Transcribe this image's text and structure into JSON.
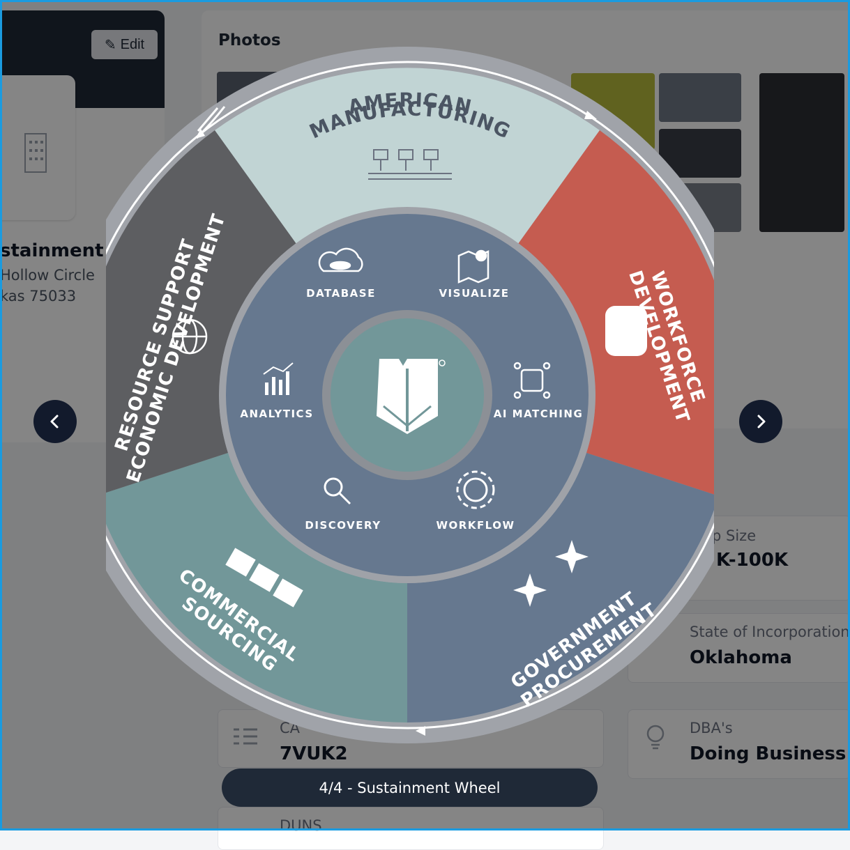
{
  "header": {
    "edit_label": "Edit"
  },
  "company": {
    "name_partial": "stainment",
    "address_line1_partial": "Hollow Circle",
    "address_line2_partial": "kas 75033"
  },
  "photos": {
    "title": "Photos"
  },
  "details": [
    {
      "label": "p Size",
      "value": "K-100K"
    },
    {
      "label": "State of Incorporation",
      "value": "Oklahoma"
    },
    {
      "label": "CA",
      "value": "7VUK2"
    },
    {
      "label": "DBA's",
      "value": "Doing Business"
    },
    {
      "label": "DUNS",
      "value": ""
    }
  ],
  "wheel": {
    "outer_segments": {
      "top_line1": "AMERICAN",
      "top_line2": "MANUFACTURING",
      "right_line1": "WORKFORCE",
      "right_line2": "DEVELOPMENT",
      "bottom_right_line1": "GOVERNMENT",
      "bottom_right_line2": "PROCUREMENT",
      "bottom_left_line1": "COMMERCIAL",
      "bottom_left_line2": "SOURCING",
      "left_line1": "RESOURCE SUPPORT",
      "left_line2": "ECONOMIC DEVELOPMENT"
    },
    "inner_items": {
      "database": "DATABASE",
      "visualize": "VISUALIZE",
      "analytics": "ANALYTICS",
      "ai_matching": "AI MATCHING",
      "discovery": "DISCOVERY",
      "workflow": "WORKFLOW"
    },
    "colors": {
      "manufacturing": "#c1d4d4",
      "workforce": "#c55c50",
      "government": "#66788f",
      "commercial": "#729799",
      "resource": "#5d5e61",
      "inner_ring": "#66788f",
      "hub": "#729799",
      "rim": "#9fa2a8"
    }
  },
  "caption": "4/4 - Sustainment Wheel",
  "nav": {
    "prev_icon": "chevron-left-icon",
    "next_icon": "chevron-right-icon"
  }
}
